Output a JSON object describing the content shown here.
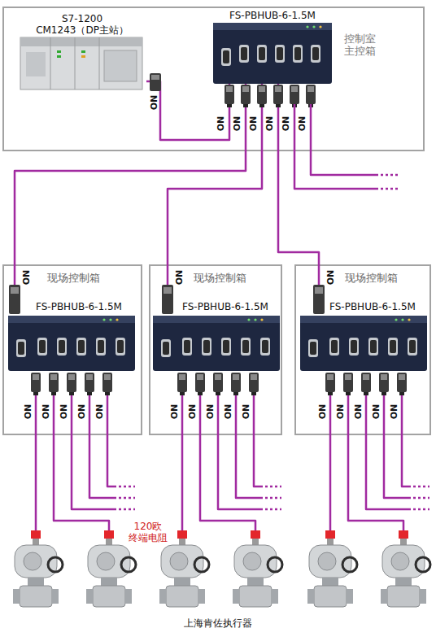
{
  "diagram": {
    "nodes": [
      {
        "text": [
          "控制室 主控箱"
        ]
      },
      {
        "text": [
          "S7-1200 CM1243（DP主站）"
        ],
        "in": 0
      },
      {
        "text": [
          "FS-PBHUB-6-1.5M"
        ],
        "in": 0
      },
      {
        "text": [
          "现场控制箱"
        ]
      },
      {
        "text": [
          "FS-PBHUB-6-1.5M"
        ],
        "in": 3
      },
      {
        "text": [
          "现场控制箱"
        ]
      },
      {
        "text": [
          "FS-PBHUB-6-1.5M"
        ],
        "in": 5
      },
      {
        "text": [
          "现场控制箱"
        ]
      },
      {
        "text": [
          "FS-PBHUB-6-1.5M"
        ],
        "in": 7
      }
    ],
    "edges": [
      {
        "from": 1,
        "to": 2,
        "arrow": "none"
      },
      {
        "from": 2,
        "to": 4,
        "arrow": "none"
      },
      {
        "from": 2,
        "to": 6,
        "arrow": "none"
      },
      {
        "from": 2,
        "to": 8,
        "arrow": "none"
      }
    ],
    "labels": [
      "ON",
      "ON",
      "ON",
      "ON",
      "ON",
      "ON",
      "ON",
      "ON",
      "ON",
      "ON",
      "ON",
      "ON",
      "ON",
      "ON",
      "ON",
      "ON",
      "ON",
      "ON",
      "ON",
      "ON",
      "ON",
      "ON",
      "ON",
      "ON",
      "ON",
      "120欧 终端电阻",
      "上海肯佐执行器"
    ]
  }
}
